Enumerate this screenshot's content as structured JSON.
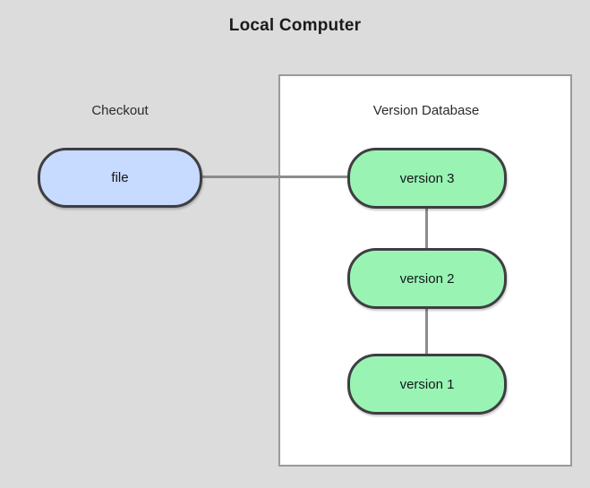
{
  "diagram": {
    "title": "Local Computer",
    "type": "version-control-flow",
    "background_color": "#dcdcdc"
  },
  "groups": {
    "checkout": {
      "caption": "Checkout"
    },
    "version_database": {
      "caption": "Version Database",
      "container_fill": "#ffffff",
      "container_border": "#9a9a9a"
    }
  },
  "nodes": {
    "file": {
      "label": "file",
      "fill": "#c7daff",
      "border": "#3e3e42"
    },
    "versions": [
      {
        "label": "version 3",
        "fill": "#99f4b4",
        "border": "#3e3e42"
      },
      {
        "label": "version 2",
        "fill": "#99f4b4",
        "border": "#3e3e42"
      },
      {
        "label": "version 1",
        "fill": "#99f4b4",
        "border": "#3e3e42"
      }
    ]
  },
  "connectors": {
    "color": "#8c8c8c",
    "edges": [
      {
        "from": "file",
        "to": "version 3",
        "orientation": "horizontal"
      },
      {
        "from": "version 3",
        "to": "version 2",
        "orientation": "vertical"
      },
      {
        "from": "version 2",
        "to": "version 1",
        "orientation": "vertical"
      }
    ]
  }
}
